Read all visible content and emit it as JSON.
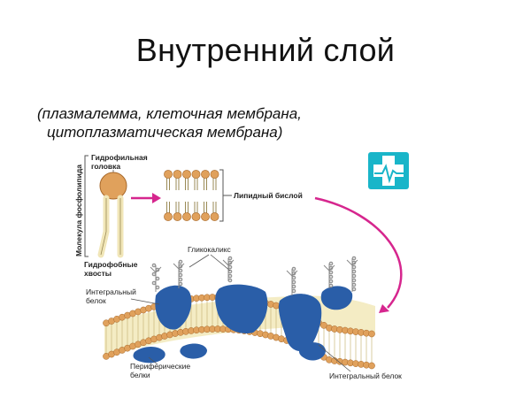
{
  "title": "Внутренний слой",
  "subtitle": {
    "line1": "(плазмалемма, клеточная мембрана,",
    "line2": "цитоплазматическая мембрана)"
  },
  "labels": {
    "molecule": "Молекула фосфолипида",
    "hydrophilic_1": "Гидрофильная",
    "hydrophilic_2": "головка",
    "hydrophobic_1": "Гидрофобные",
    "hydrophobic_2": "хвосты",
    "lipid_bilayer": "Липидный бислой",
    "glycocalyx": "Гликокаликс",
    "integral_protein_1": "Интегральный",
    "integral_protein_2": "белок",
    "peripheral_1": "Периферические",
    "peripheral_2": "белки",
    "integral_protein_right": "Интегральный белок"
  },
  "colors": {
    "head": "#e0a15c",
    "head_stroke": "#a8692a",
    "protein": "#2a5ea8",
    "arrow": "#d6268e",
    "medical_icon": "#19b5c9"
  },
  "icon": "medical-cross-icon"
}
